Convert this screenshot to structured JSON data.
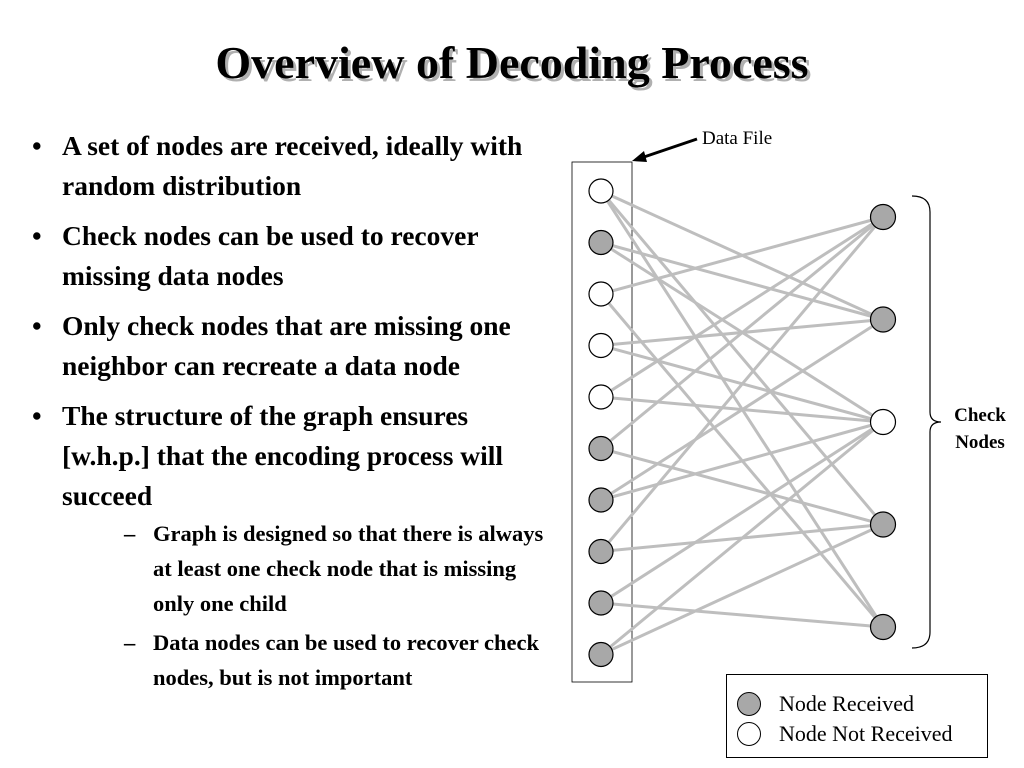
{
  "slide": {
    "title": "Overview of Decoding Process"
  },
  "bullets": [
    {
      "text": "A set of nodes are received, ideally with random distribution"
    },
    {
      "text": "Check nodes can be used to recover missing data nodes"
    },
    {
      "text": "Only check nodes that are missing one neighbor can recreate a data node"
    },
    {
      "text": "The structure of the graph ensures [w.h.p.] that the encoding process will succeed"
    }
  ],
  "sub_bullets": [
    {
      "text": "Graph is designed so that there is always at least one check node that is missing only one child"
    },
    {
      "text": "Data nodes can be used to recover check nodes, but is not important"
    }
  ],
  "diagram": {
    "data_file_label": "Data File",
    "check_nodes_label_line1": "Check",
    "check_nodes_label_line2": "Nodes",
    "data_nodes": [
      {
        "state": "not_received"
      },
      {
        "state": "received"
      },
      {
        "state": "not_received"
      },
      {
        "state": "not_received"
      },
      {
        "state": "not_received"
      },
      {
        "state": "received"
      },
      {
        "state": "received"
      },
      {
        "state": "received"
      },
      {
        "state": "received"
      },
      {
        "state": "received"
      }
    ],
    "check_nodes": [
      {
        "state": "received"
      },
      {
        "state": "received"
      },
      {
        "state": "not_received"
      },
      {
        "state": "received"
      },
      {
        "state": "received"
      }
    ],
    "edges": [
      [
        0,
        1
      ],
      [
        0,
        3
      ],
      [
        0,
        4
      ],
      [
        1,
        1
      ],
      [
        1,
        2
      ],
      [
        2,
        0
      ],
      [
        2,
        4
      ],
      [
        3,
        1
      ],
      [
        3,
        2
      ],
      [
        4,
        0
      ],
      [
        4,
        2
      ],
      [
        5,
        0
      ],
      [
        5,
        3
      ],
      [
        6,
        1
      ],
      [
        6,
        2
      ],
      [
        7,
        0
      ],
      [
        7,
        3
      ],
      [
        8,
        2
      ],
      [
        8,
        4
      ],
      [
        9,
        2
      ],
      [
        9,
        3
      ]
    ]
  },
  "legend": {
    "received_label": "Node Received",
    "not_received_label": "Node Not Received"
  },
  "colors": {
    "received_fill": "#a8a8a8",
    "not_received_fill": "#ffffff",
    "edge": "#bebebe",
    "node_stroke": "#000000"
  }
}
